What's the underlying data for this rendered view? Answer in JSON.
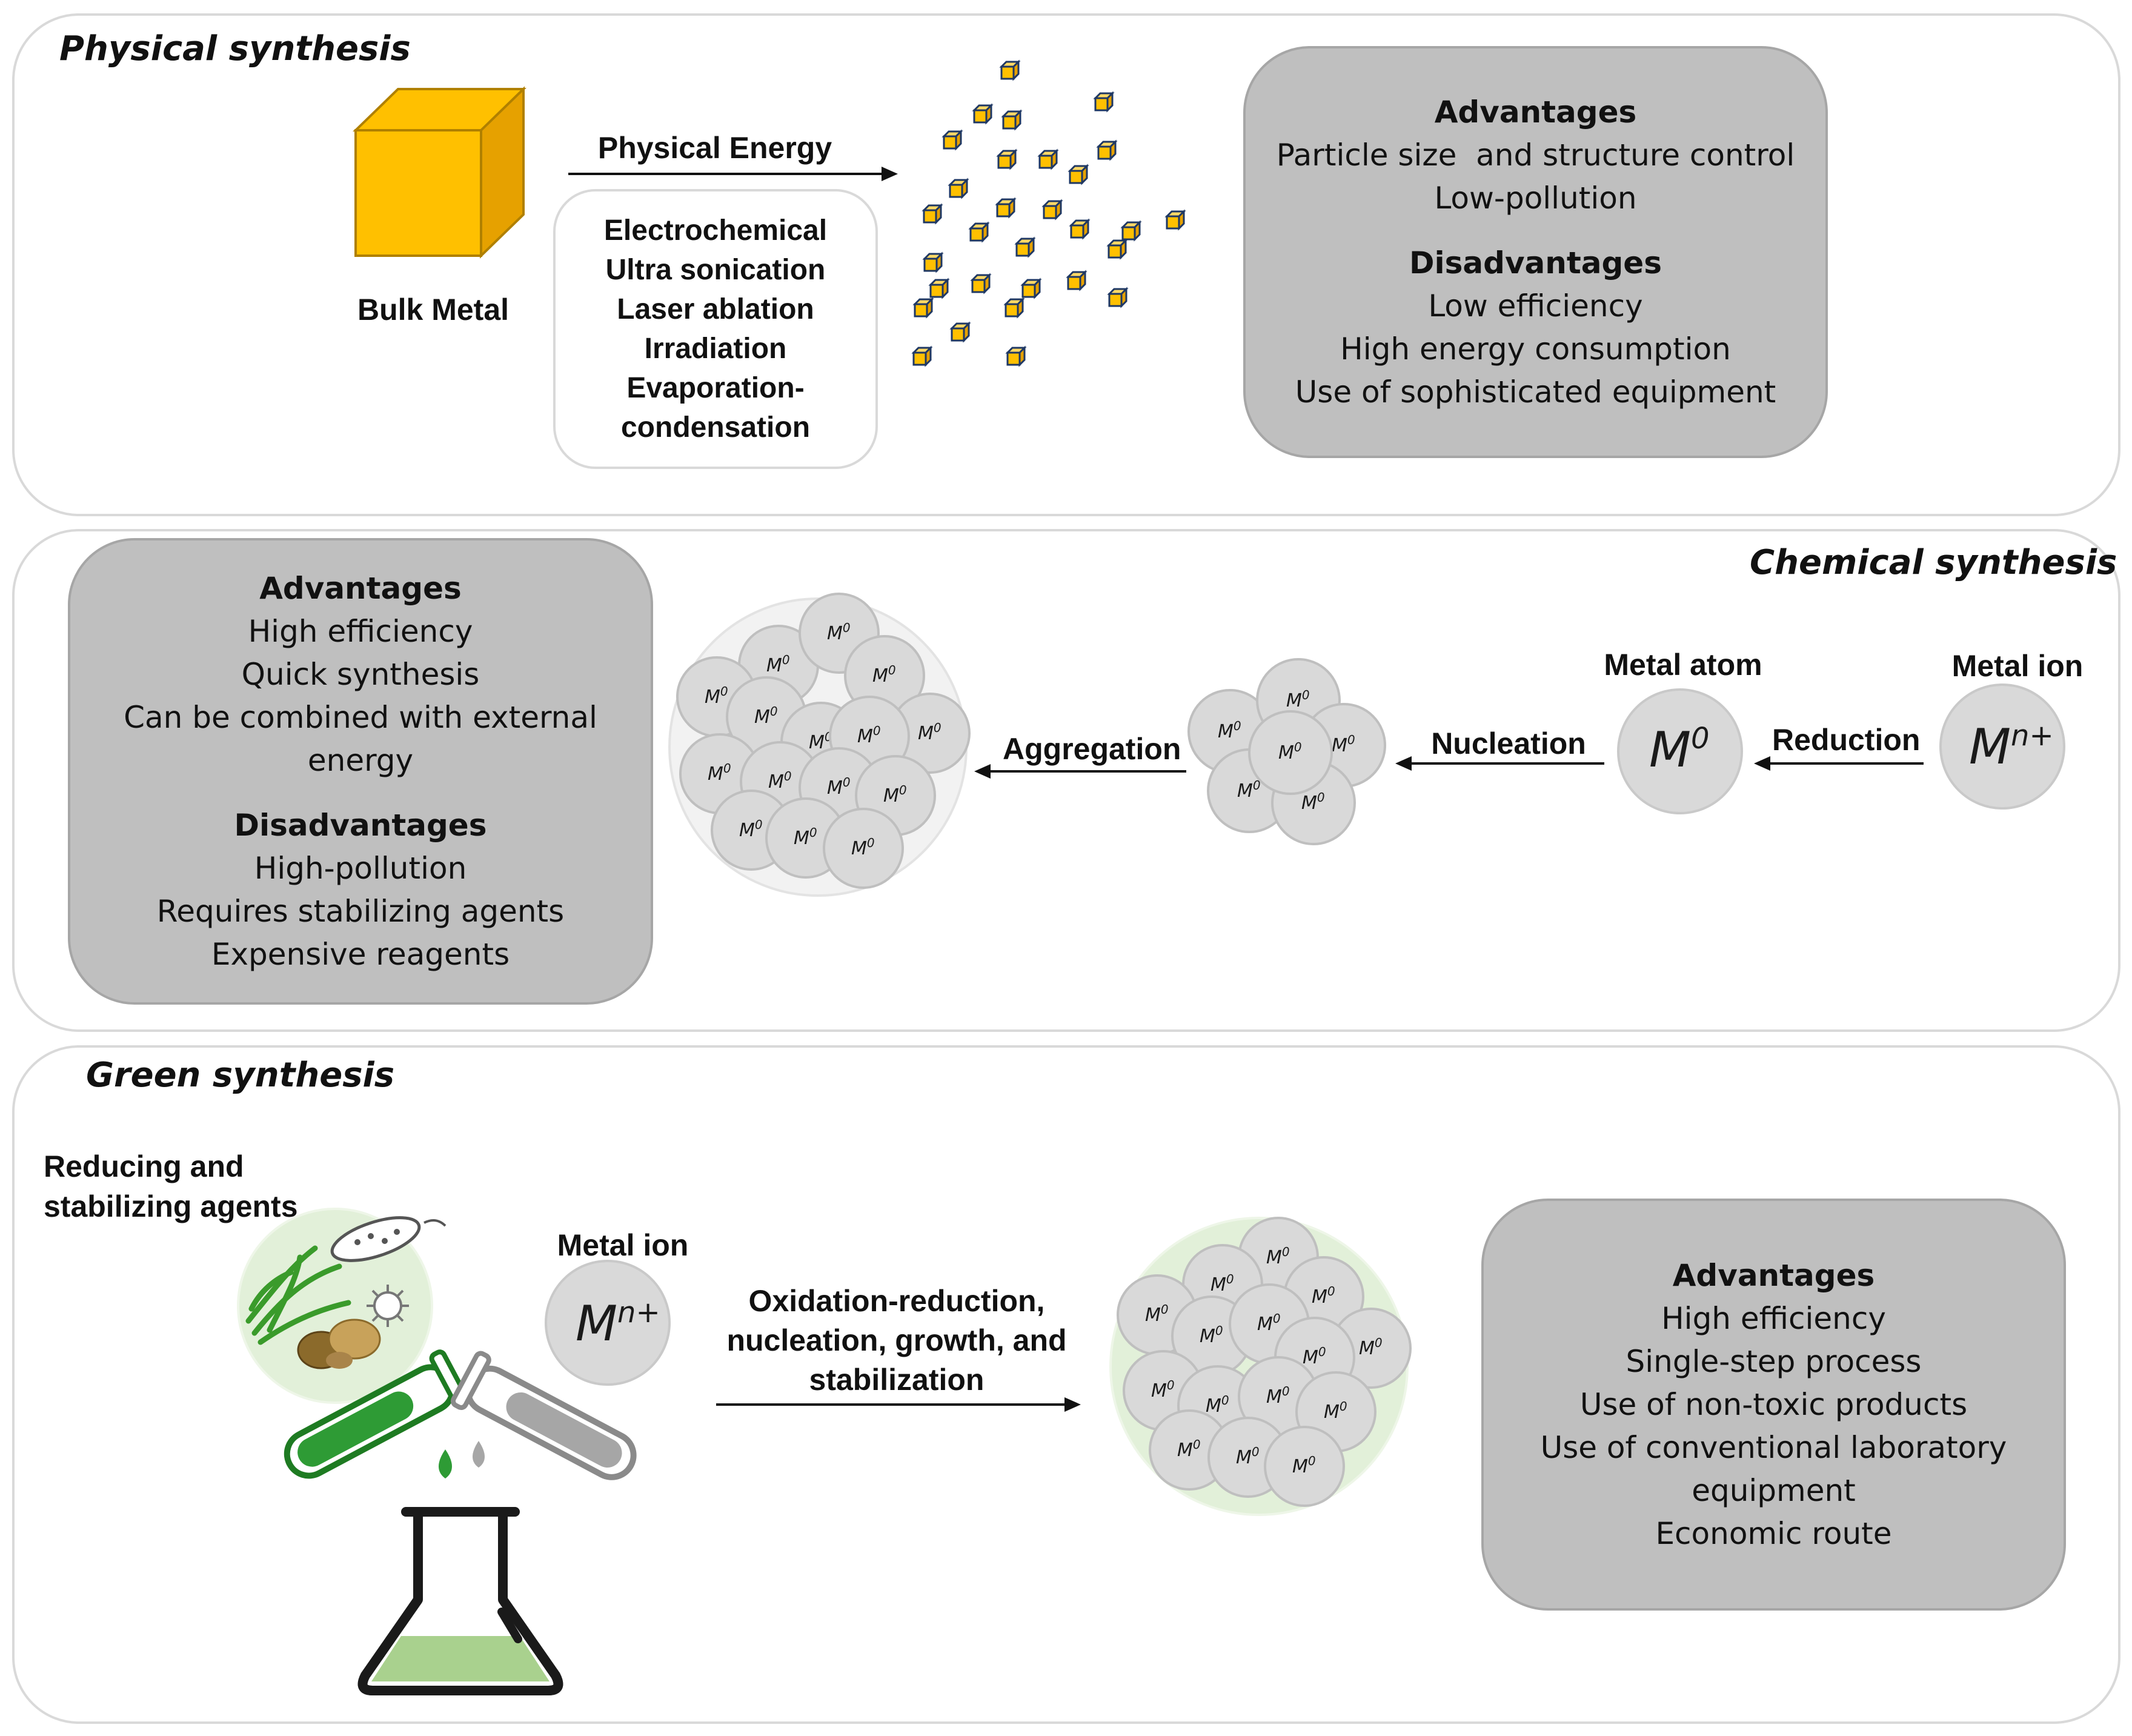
{
  "physical": {
    "title": "Physical synthesis",
    "bulk_label": "Bulk Metal",
    "energy_label": "Physical Energy",
    "methods": [
      "Electrochemical",
      "Ultra sonication",
      "Laser ablation",
      "Irradiation",
      "Evaporation-",
      "condensation"
    ],
    "advantages_title": "Advantages",
    "advantages": [
      "Particle size  and structure control",
      "Low-pollution"
    ],
    "disadvantages_title": "Disadvantages",
    "disadvantages": [
      "Low efficiency",
      "High energy consumption",
      "Use of sophisticated equipment"
    ]
  },
  "chemical": {
    "title": "Chemical synthesis",
    "advantages_title": "Advantages",
    "advantages": [
      "High efficiency",
      "Quick synthesis",
      "Can be combined with external",
      "energy"
    ],
    "disadvantages_title": "Disadvantages",
    "disadvantages": [
      "High-pollution",
      "Requires stabilizing agents",
      "Expensive reagents"
    ],
    "aggregation_label": "Aggregation",
    "nucleation_label": "Nucleation",
    "reduction_label": "Reduction",
    "metal_atom_label": "Metal atom",
    "metal_ion_label": "Metal ion",
    "atom_symbol": "M",
    "atom_sup": "0",
    "ion_symbol": "M",
    "ion_sup": "n+"
  },
  "green": {
    "title": "Green synthesis",
    "agents_label_line1": "Reducing and",
    "agents_label_line2": "stabilizing agents",
    "metal_ion_label": "Metal ion",
    "ion_symbol": "M",
    "ion_sup": "n+",
    "process_line1": "Oxidation-reduction,",
    "process_line2": "nucleation, growth, and",
    "process_line3": "stabilization",
    "advantages_title": "Advantages",
    "advantages": [
      "High efficiency",
      "Single-step process",
      "Use of non-toxic products",
      "Use of conventional laboratory",
      "equipment",
      "Economic route"
    ]
  },
  "colors": {
    "panel_border": "#d9d9d9",
    "gray_box": "#bfbfbf",
    "cube_yellow": "#ffc000",
    "cube_dark": "#e6a100",
    "cube_outline": "#1f3864",
    "particle_fill": "#d9d9d9",
    "particle_stroke": "#bfbfbf",
    "green_liquid": "#a9d18e",
    "green_dark": "#2e7d32"
  }
}
